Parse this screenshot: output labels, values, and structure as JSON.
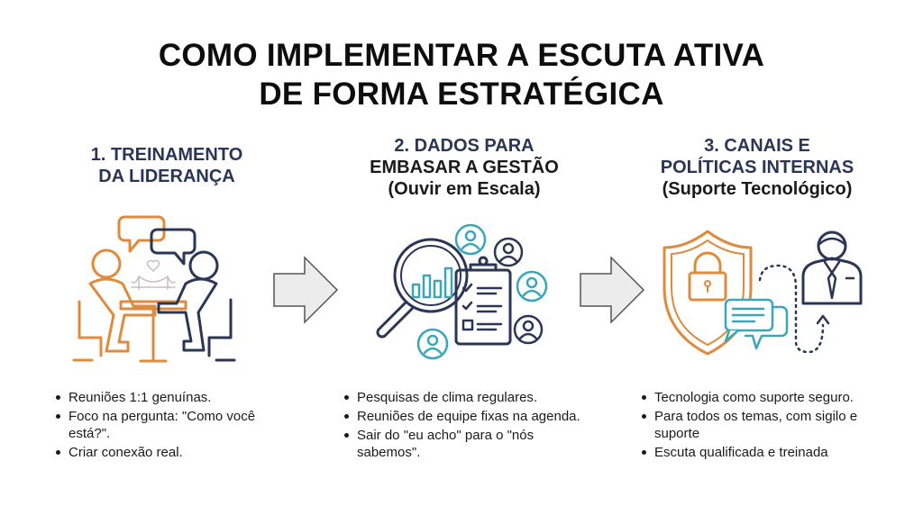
{
  "title": {
    "line1": "COMO IMPLEMENTAR A ESCUTA ATIVA",
    "line2": "DE FORMA ESTRATÉGICA"
  },
  "colors": {
    "heading_navy": "#2b3556",
    "orange": "#e08a3c",
    "navy_stroke": "#2b3556",
    "teal": "#3aa6b9",
    "arrow_fill": "#ececec",
    "arrow_stroke": "#555555"
  },
  "steps": [
    {
      "heading": [
        "1. TREINAMENTO",
        "DA LIDERANÇA"
      ],
      "subtitle": "",
      "icon": "leadership-meeting-icon",
      "bullets": [
        "Reuniões 1:1 genuínas.",
        "Foco na pergunta: \"Como você está?\".",
        "Criar conexão real."
      ]
    },
    {
      "heading": [
        "2. DADOS PARA",
        "EMBASAR A GESTÃO"
      ],
      "subtitle": "(Ouvir em Escala)",
      "icon": "data-analysis-icon",
      "bullets": [
        "Pesquisas de clima regulares.",
        "Reuniões de equipe fixas na agenda.",
        "Sair do \"eu acho\" para o \"nós sabemos\"."
      ]
    },
    {
      "heading": [
        "3. CANAIS E",
        "POLÍTICAS INTERNAS"
      ],
      "subtitle": "(Suporte Tecnológico)",
      "icon": "secure-channel-icon",
      "bullets": [
        "Tecnologia como suporte seguro.",
        "Para todos os temas, com sigilo e suporte",
        "Escuta qualificada e treinada"
      ]
    }
  ],
  "arrows": [
    "arrow-right-icon",
    "arrow-right-icon"
  ]
}
